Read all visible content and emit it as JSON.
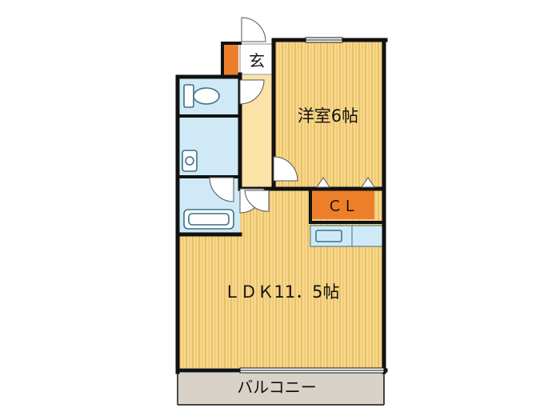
{
  "rooms": {
    "entrance": "玄",
    "western_room": "洋室6帖",
    "closet": "ＣＬ",
    "ldk": "ＬＤＫ11．5帖",
    "balcony": "バルコニー"
  },
  "colors": {
    "wall": "#111111",
    "floor_wood": "#f8d88a",
    "floor_stripe": "#d8a84c",
    "hall": "#fbe2a6",
    "wet_area": "#cfeaf6",
    "closet": "#ee7f2a",
    "balcony": "#d8d2c8",
    "fixture_line": "#3d6f86"
  },
  "icons": [
    "toilet-icon",
    "washbasin-icon",
    "bathtub-icon",
    "kitchen-sink-icon",
    "door-swing-icon"
  ]
}
